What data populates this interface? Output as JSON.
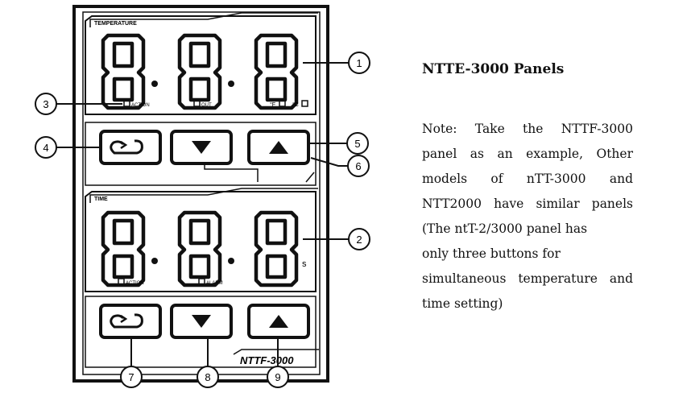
{
  "panel": {
    "section_top_label": "TEMPERATURE",
    "section_bottom_label": "TIME",
    "indicator_temp_action": "ACTION",
    "indicator_temp_out": "OUT",
    "indicator_unit_f": "°F",
    "indicator_unit_c": "°C",
    "indicator_time_action": "ACTION",
    "indicator_time_alarm": "ALARM",
    "seconds_unit": "s",
    "model_label": "NTTF-3000",
    "callouts": [
      "1",
      "2",
      "3",
      "4",
      "5",
      "6",
      "7",
      "8",
      "9"
    ]
  },
  "text": {
    "heading": "NTTE-3000 Panels",
    "note_lines": [
      "Note: Take the NTTF-3000",
      "panel as an example, Other",
      "models of nTT-3000 and",
      "NTT2000 have similar panels",
      "(The ntT-2/3000  panel has",
      "only three buttons  for",
      "simultaneous temperature and",
      "time setting)"
    ]
  }
}
